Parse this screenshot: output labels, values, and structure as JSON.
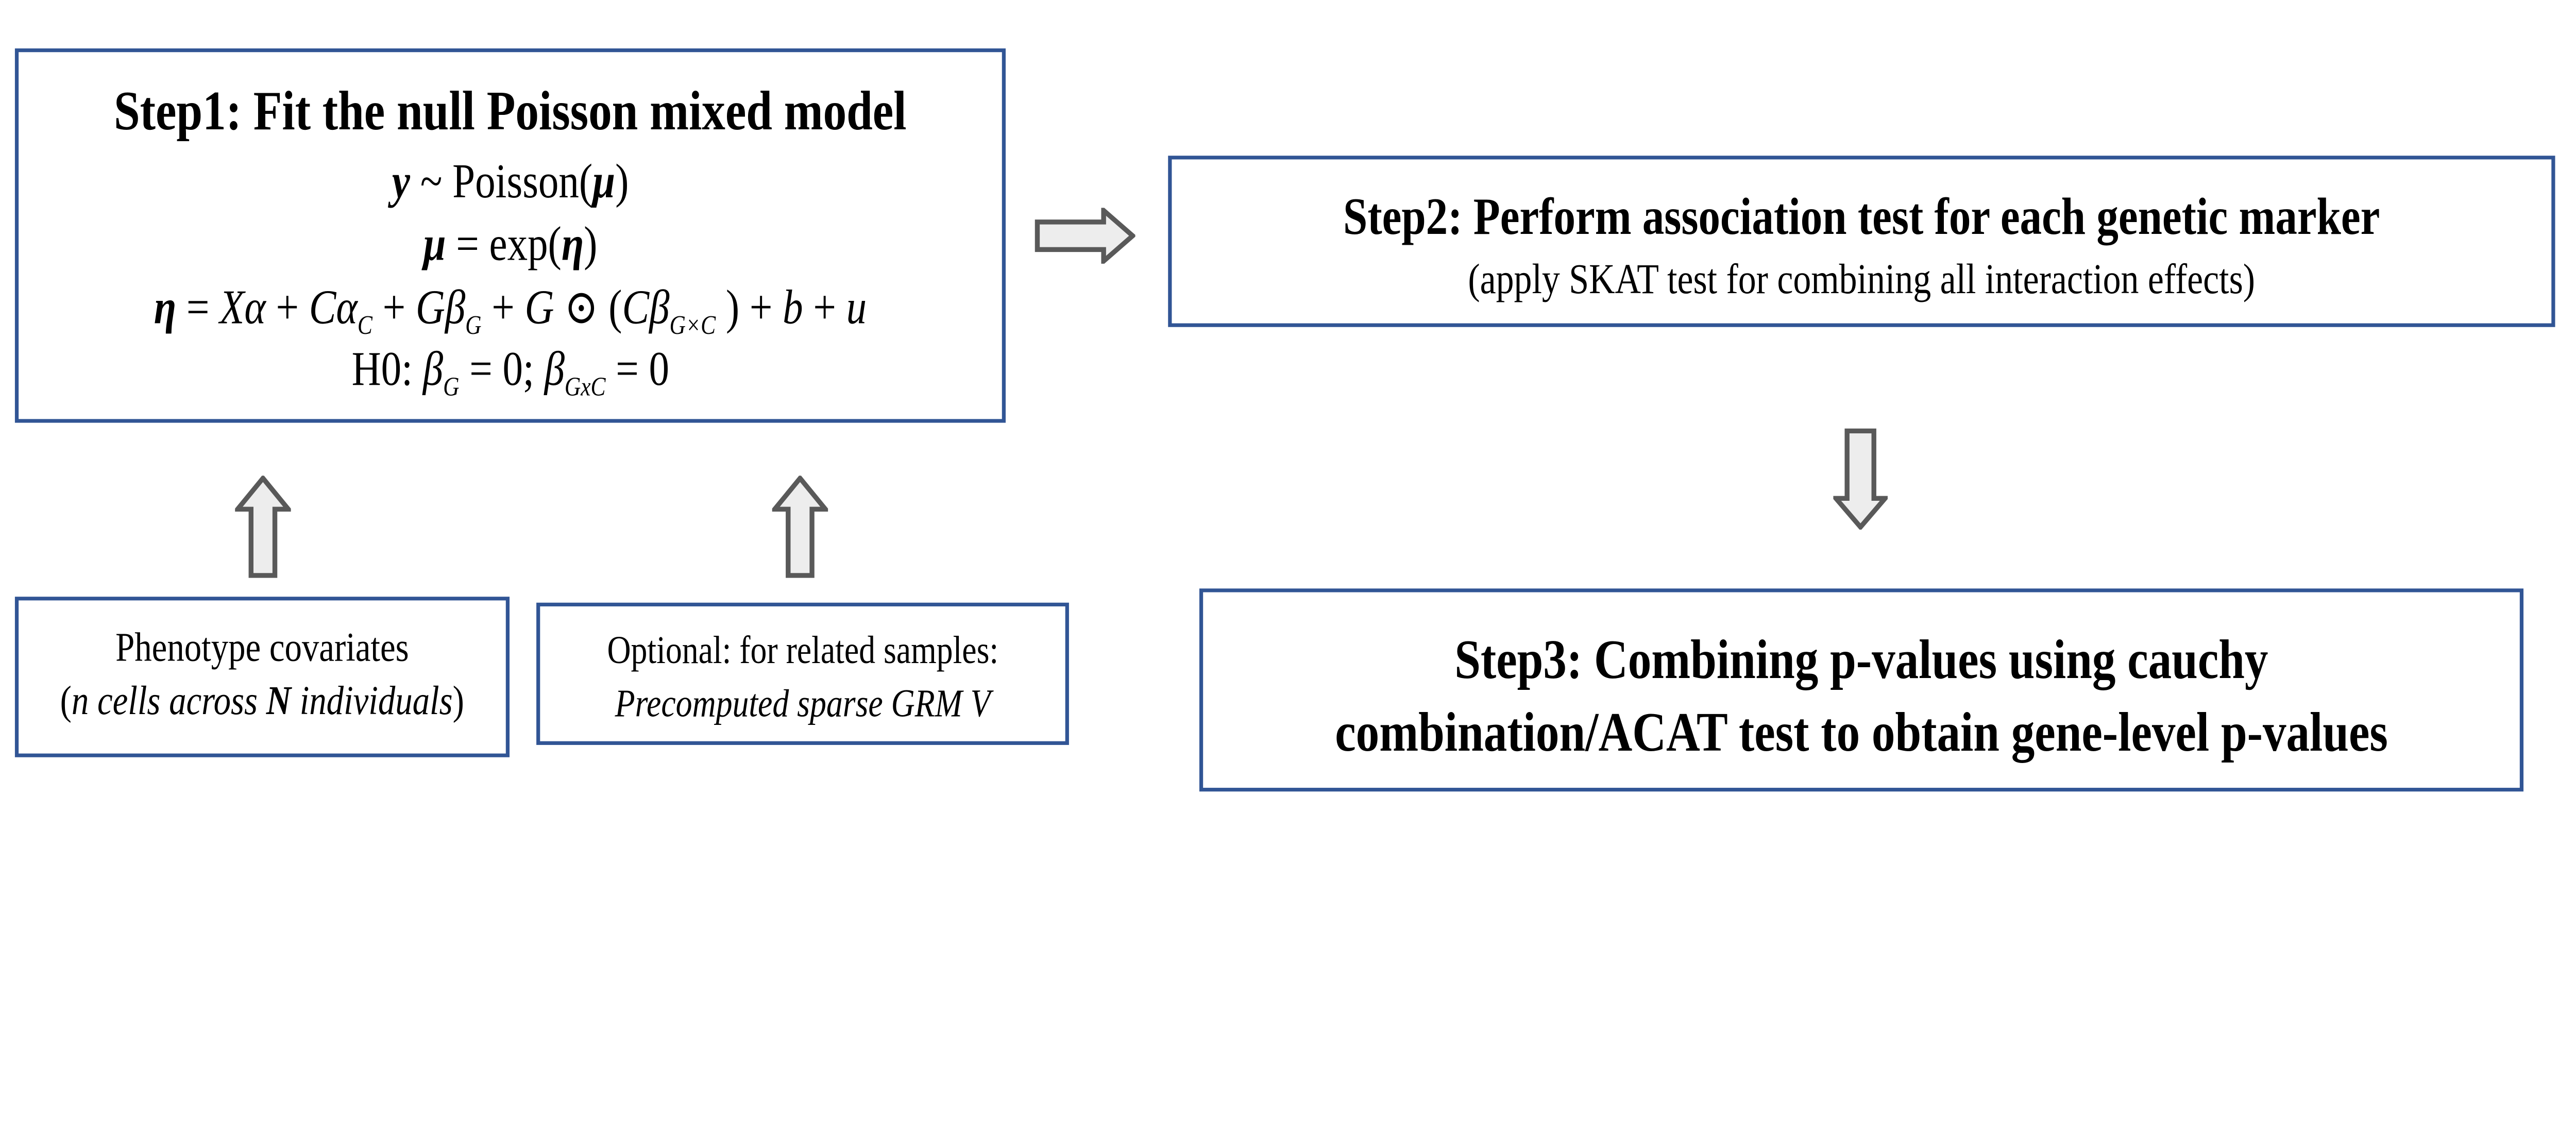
{
  "colors": {
    "background": "#ffffff",
    "box_border": "#315595",
    "arrow_fill": "#ededed",
    "arrow_stroke": "#595959",
    "text": "#000000"
  },
  "icons": {
    "up_arrow_left": "block-arrow-up",
    "up_arrow_right": "block-arrow-up",
    "right_arrow": "block-arrow-right",
    "down_arrow": "block-arrow-down"
  },
  "step1": {
    "title": "Step1: Fit the null Poisson mixed model",
    "equations": {
      "model": [
        [
          "y",
          "bi"
        ],
        [
          " ~ Poisson(",
          "r"
        ],
        [
          "μ",
          "bi"
        ],
        [
          ")",
          "r"
        ]
      ],
      "mean_link": [
        [
          "μ",
          "bi"
        ],
        [
          " = exp(",
          "r"
        ],
        [
          "η",
          "bi"
        ],
        [
          ")",
          "r"
        ]
      ],
      "linear_predictor": [
        [
          "η",
          "bi"
        ],
        [
          " = ",
          "r"
        ],
        [
          "Xα",
          "i"
        ],
        [
          " + ",
          "r"
        ],
        [
          "Cα",
          "i"
        ],
        [
          "C",
          "isub"
        ],
        [
          " + ",
          "r"
        ],
        [
          "Gβ",
          "i"
        ],
        [
          "G",
          "isub"
        ],
        [
          " + ",
          "r"
        ],
        [
          "G",
          "i"
        ],
        [
          " ⊙ (",
          "r"
        ],
        [
          "Cβ",
          "i"
        ],
        [
          "G×C",
          "isub"
        ],
        [
          " ) + ",
          "r"
        ],
        [
          "b",
          "i"
        ],
        [
          " + ",
          "r"
        ],
        [
          "u",
          "i"
        ]
      ],
      "null_hypothesis": [
        [
          "H0: ",
          "r"
        ],
        [
          "β",
          "i"
        ],
        [
          "G",
          "isub"
        ],
        [
          " = 0; ",
          "r"
        ],
        [
          "β",
          "i"
        ],
        [
          "GxC",
          "isub"
        ],
        [
          " = 0",
          "r"
        ]
      ]
    }
  },
  "step2": {
    "title": "Step2: Perform association test for each genetic marker",
    "subtitle": "(apply SKAT test for combining all interaction effects)"
  },
  "step3": {
    "title_line1": "Step3: Combining p-values using cauchy",
    "title_line2": "combination/ACAT test to obtain gene-level p-values"
  },
  "phenotype_box": {
    "line1": "Phenotype covariates",
    "line2": [
      [
        "(",
        "r"
      ],
      [
        "n",
        "i"
      ],
      [
        " cells across ",
        "i"
      ],
      [
        "N",
        "bi"
      ],
      [
        " individuals",
        "i"
      ],
      [
        ")",
        "r"
      ]
    ]
  },
  "grm_box": {
    "line1": "Optional: for related samples:",
    "line2": [
      [
        "Precomputed sparse GRM V",
        "i"
      ]
    ]
  }
}
